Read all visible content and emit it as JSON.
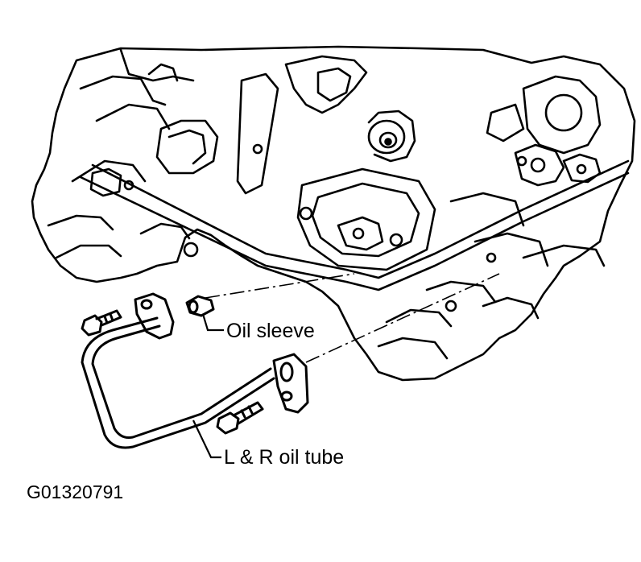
{
  "labels": {
    "oil_sleeve": "Oil sleeve",
    "oil_tube": "L & R oil tube",
    "figure_id": "G01320791"
  },
  "colors": {
    "ink": "#000000",
    "paper": "#ffffff"
  }
}
